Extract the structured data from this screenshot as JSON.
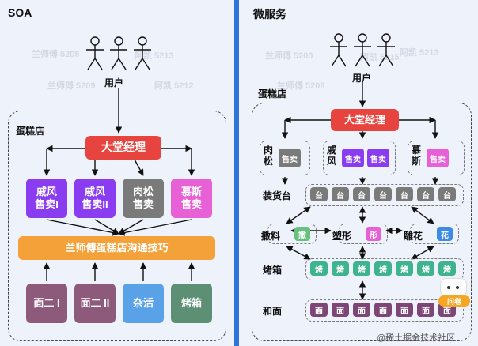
{
  "soa": {
    "title": "SOA",
    "user_label": "用户",
    "shop_label": "蛋糕店",
    "manager": "大堂经理",
    "sellers": [
      "戚风\n售卖I",
      "戚风\n售卖II",
      "肉松\n售卖",
      "慕斯\n售卖"
    ],
    "bus": "兰师傅蛋糕店沟通技巧",
    "workers": [
      "面二 I",
      "面二 II",
      "杂活",
      "烤箱"
    ]
  },
  "micro": {
    "title": "微服务",
    "user_label": "用户",
    "shop_label": "蛋糕店",
    "manager": "大堂经理",
    "products": [
      {
        "name": "肉\n松",
        "tags": [
          "售卖"
        ]
      },
      {
        "name": "戚\n风",
        "tags": [
          "售卖",
          "售卖"
        ]
      },
      {
        "name": "慕\n斯",
        "tags": [
          "售卖"
        ]
      }
    ],
    "rows": [
      {
        "label": "装货台",
        "cell": "台",
        "count": 7
      },
      {
        "label": "烤箱",
        "cell": "烤",
        "count": 7
      },
      {
        "label": "和面",
        "cell": "面",
        "count": 7
      }
    ],
    "stations": [
      {
        "name": "撒料",
        "tag": "撒"
      },
      {
        "name": "塑形",
        "tag": "形"
      },
      {
        "name": "雕花",
        "tag": "花"
      }
    ]
  },
  "watermarks": [
    "兰师傅 5208",
    "阿凯 5213",
    "兰师傅 5209",
    "阿凯 5212",
    "兰师傅 5200",
    "阿凯 5215"
  ],
  "overlay": {
    "badge": "问卷",
    "footer": "@稀土掘金技术社区"
  },
  "colors": {
    "manager": "#e8443f",
    "purple": "#8a3cf0",
    "gray": "#7a7a7a",
    "pink": "#e860d6",
    "bus": "#f4a13a",
    "mauve": "#8e5a7c",
    "lightblue": "#5aa2e8",
    "green": "#5d8f74",
    "rowcell": "#b34ba0",
    "lightgreen": "#68c17f",
    "blue": "#3e8be6",
    "oven": "#3eb38d",
    "face": "#7d4676"
  }
}
